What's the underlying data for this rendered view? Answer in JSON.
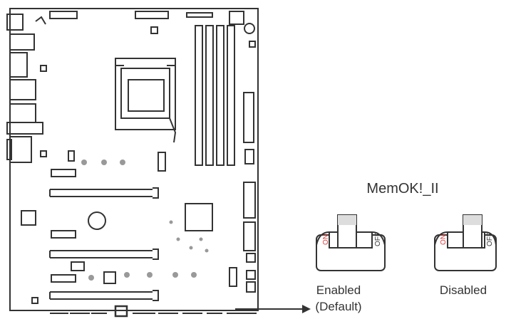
{
  "header": {
    "title": "MemOK!_II"
  },
  "switch_states": [
    {
      "caption": "Enabled",
      "sub_caption": "(Default)",
      "position": "ON"
    },
    {
      "caption": "Disabled",
      "sub_caption": "",
      "position": "OFF"
    }
  ],
  "switch_markings": {
    "on": "ON",
    "off": "OFF"
  },
  "colors": {
    "line": "#333333",
    "dot": "#999999",
    "background": "#ffffff"
  }
}
